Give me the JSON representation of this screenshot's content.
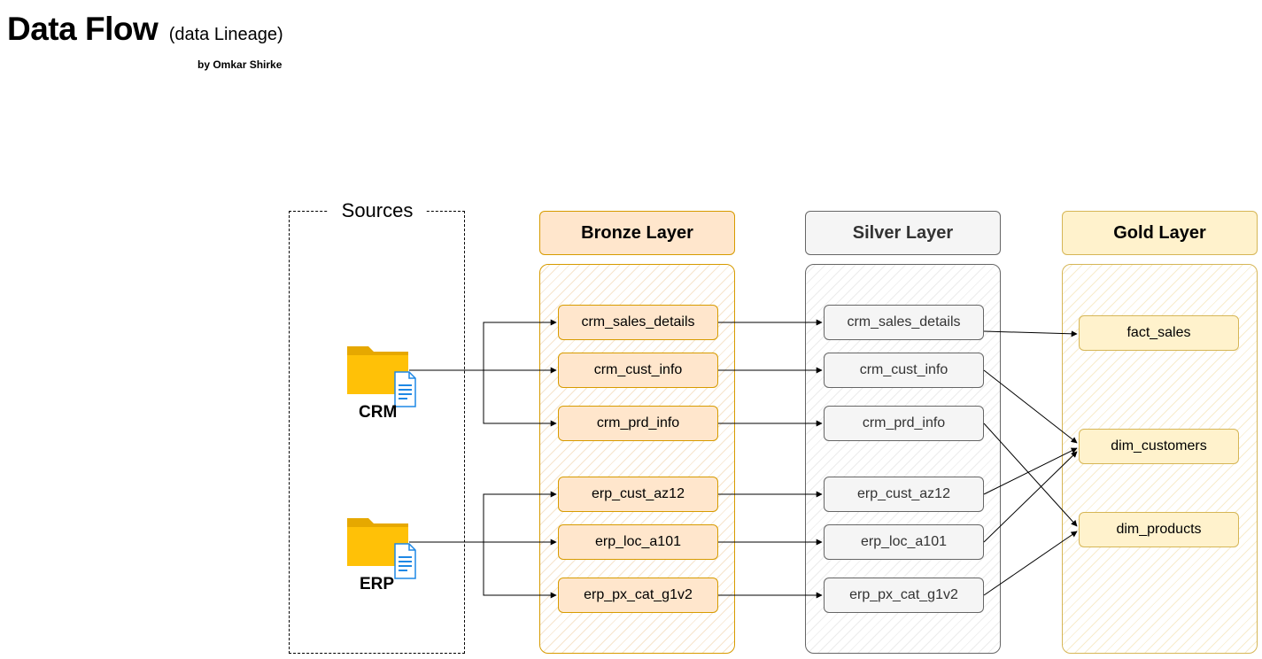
{
  "header": {
    "title": "Data Flow",
    "subtitle": "(data Lineage)",
    "author": "by Omkar Shirke"
  },
  "sources": {
    "label": "Sources",
    "systems": [
      {
        "id": "crm",
        "label": "CRM"
      },
      {
        "id": "erp",
        "label": "ERP"
      }
    ]
  },
  "layers": {
    "bronze": {
      "title": "Bronze Layer",
      "tables": [
        "crm_sales_details",
        "crm_cust_info",
        "crm_prd_info",
        "erp_cust_az12",
        "erp_loc_a101",
        "erp_px_cat_g1v2"
      ]
    },
    "silver": {
      "title": "Silver Layer",
      "tables": [
        "crm_sales_details",
        "crm_cust_info",
        "crm_prd_info",
        "erp_cust_az12",
        "erp_loc_a101",
        "erp_px_cat_g1v2"
      ]
    },
    "gold": {
      "title": "Gold Layer",
      "tables": [
        "fact_sales",
        "dim_customers",
        "dim_products"
      ]
    }
  },
  "colors": {
    "bronze_fill": "#ffe6cc",
    "bronze_stroke": "#d79b00",
    "silver_fill": "#f5f5f5",
    "silver_stroke": "#666666",
    "gold_fill": "#fff2cc",
    "gold_stroke": "#d6b656",
    "folder": "#ffc107",
    "document": "#1e88e5"
  },
  "icons": {
    "source_folder": "folder-document-icon"
  }
}
